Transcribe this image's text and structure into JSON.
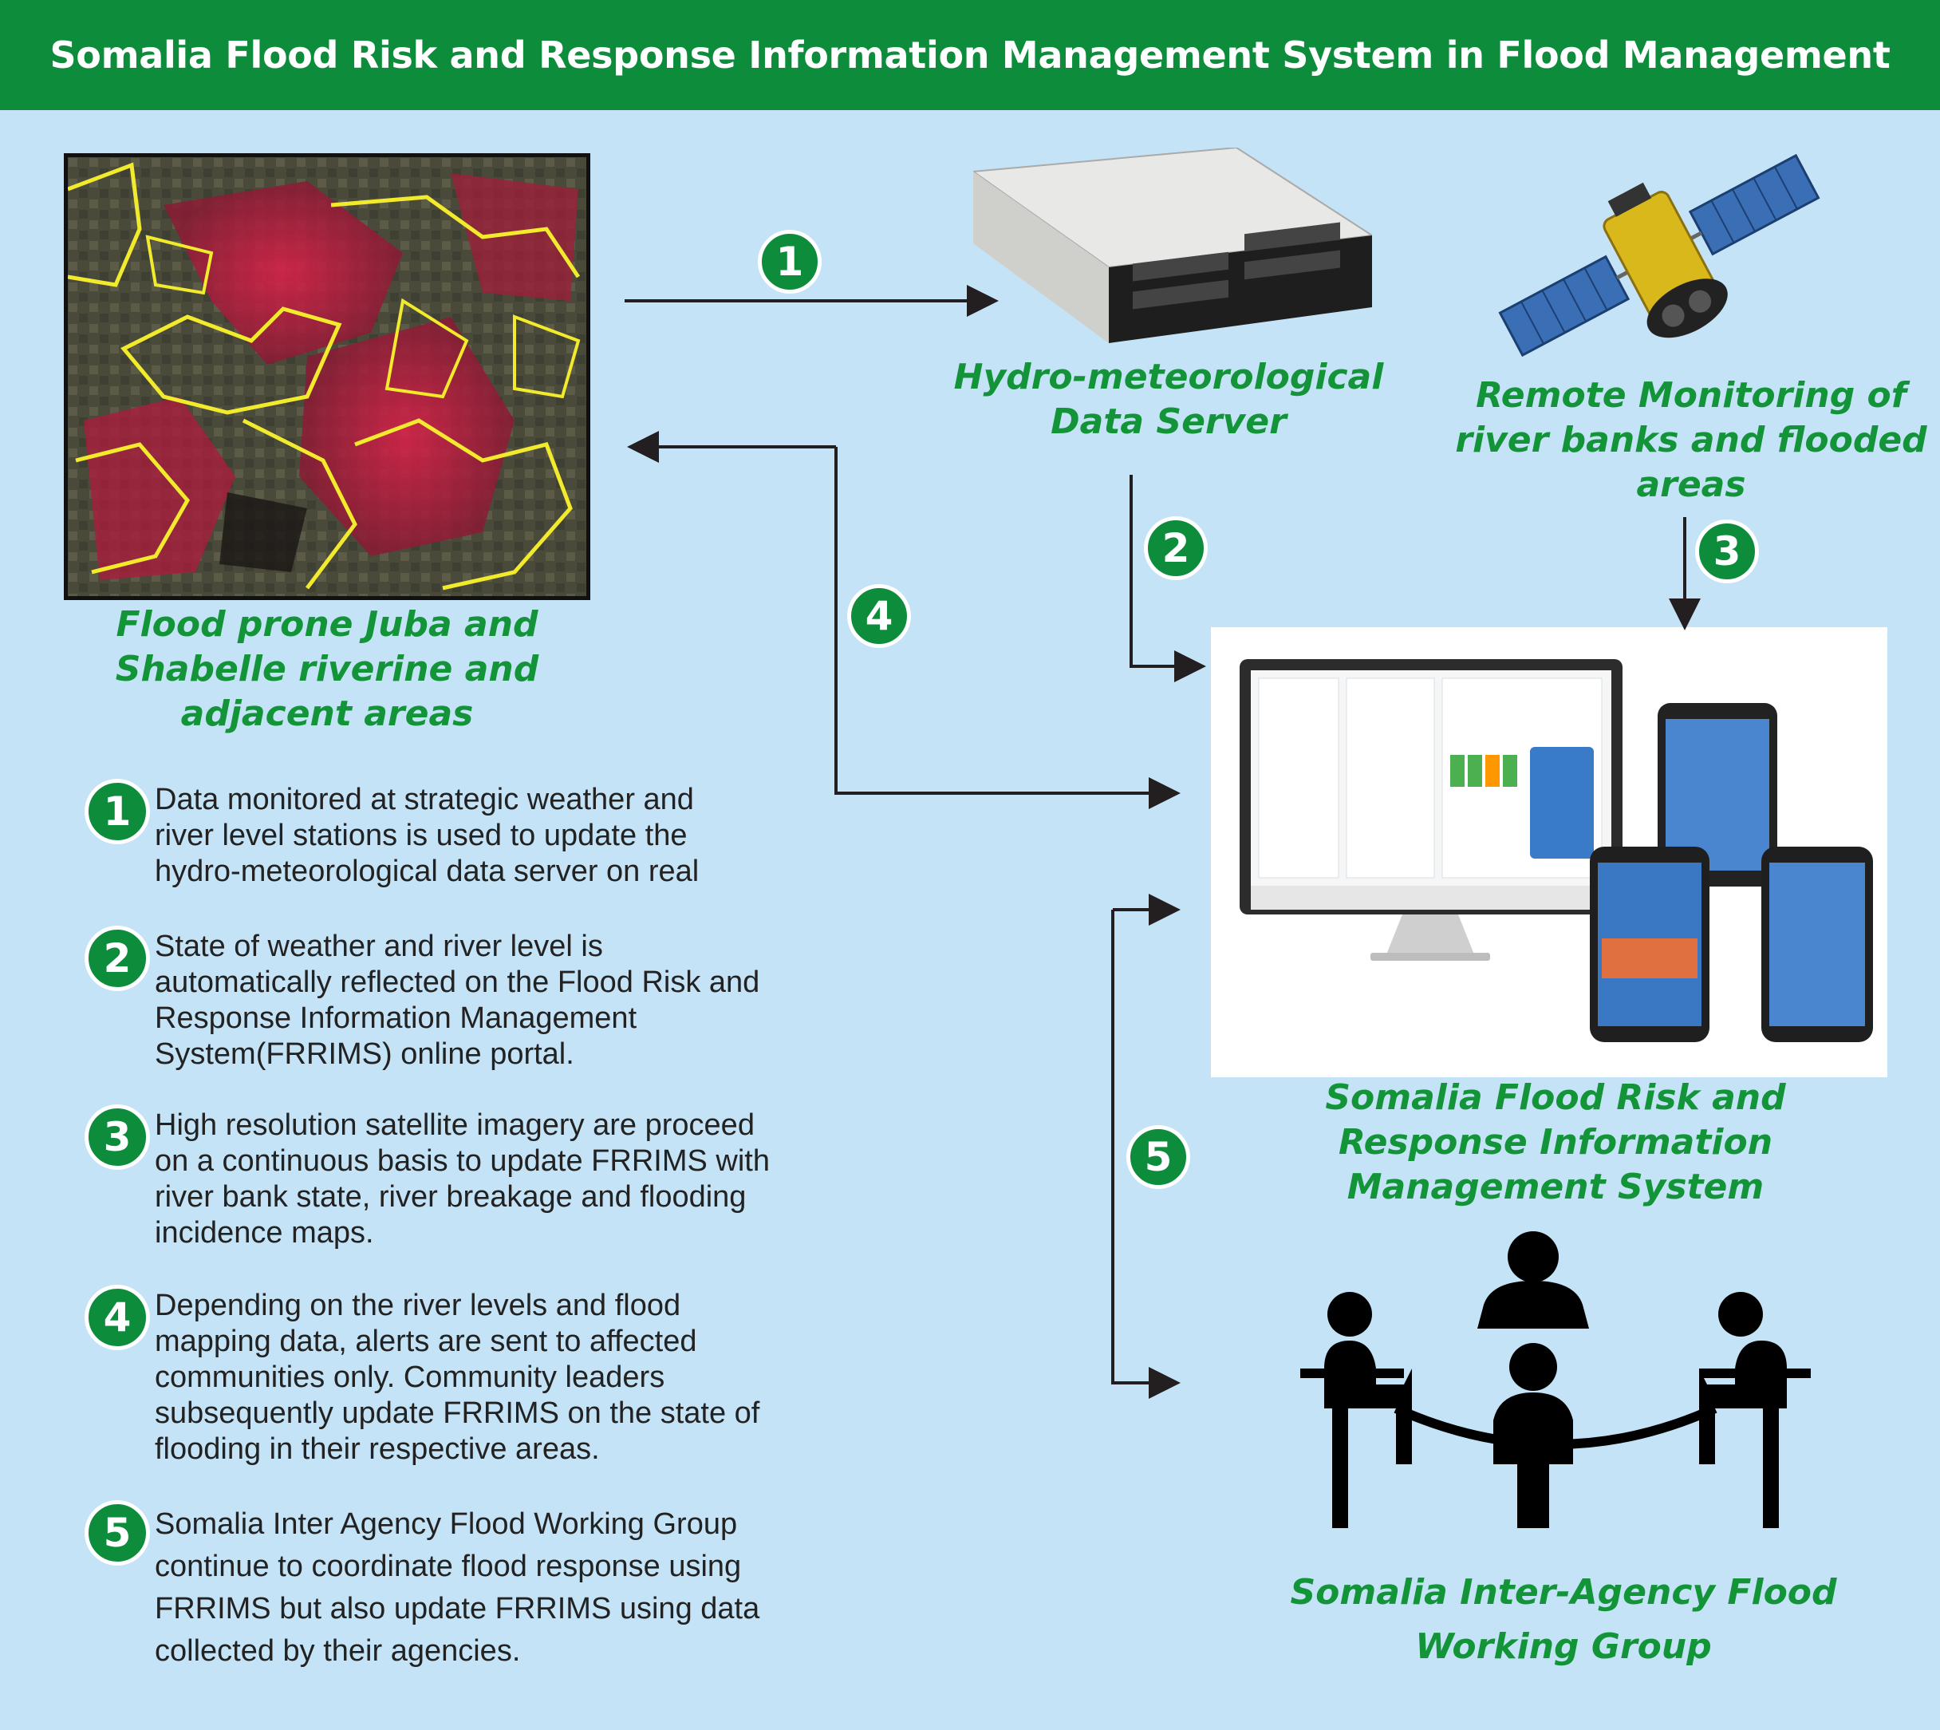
{
  "header": {
    "title": "Somalia Flood Risk and Response Information Management System in Flood Management"
  },
  "nodes": {
    "flood_areas": {
      "label_lines": [
        "Flood prone Juba and",
        "Shabelle riverine and",
        "adjacent areas"
      ]
    },
    "server": {
      "label_lines": [
        "Hydro-meteorological",
        "Data Server"
      ]
    },
    "satellite": {
      "label_lines": [
        "Remote Monitoring of",
        "river banks and flooded",
        "areas"
      ]
    },
    "frrims": {
      "label_lines": [
        "Somalia Flood Risk and",
        "Response Information",
        "Management System"
      ]
    },
    "working_group": {
      "label_lines": [
        "Somalia Inter-Agency Flood",
        "Working Group"
      ]
    }
  },
  "arrow_badges": [
    "1",
    "2",
    "3",
    "4",
    "5"
  ],
  "steps": [
    {
      "num": "1",
      "lines": [
        "Data monitored at strategic weather and",
        "river level stations is used to update the",
        "hydro-meteorological data server on real"
      ]
    },
    {
      "num": "2",
      "lines": [
        "State of weather and river level is",
        "automatically reflected on the Flood Risk and",
        "Response Information Management",
        "System(FRRIMS) online portal."
      ]
    },
    {
      "num": "3",
      "lines": [
        "High resolution satellite imagery are proceed",
        "on a continuous basis to update FRRIMS with",
        "river bank state, river breakage and  flooding",
        "incidence maps."
      ]
    },
    {
      "num": "4",
      "lines": [
        "Depending on the river levels and flood",
        "mapping data, alerts are sent to affected",
        "communities only. Community leaders",
        "subsequently update FRRIMS on the state of",
        "flooding in their respective areas."
      ]
    },
    {
      "num": "5",
      "lines": [
        "Somalia Inter Agency Flood Working Group",
        "continue to coordinate flood response using",
        "FRRIMS but also update FRRIMS using data",
        "collected by their agencies."
      ]
    }
  ],
  "colors": {
    "background": "#c4e3f6",
    "header": "#0d8c3c",
    "accent_green": "#139438",
    "arrow": "#231f20"
  },
  "icons": [
    "satellite-image-icon",
    "server-icon",
    "satellite-icon",
    "devices-icon",
    "meeting-group-icon"
  ]
}
